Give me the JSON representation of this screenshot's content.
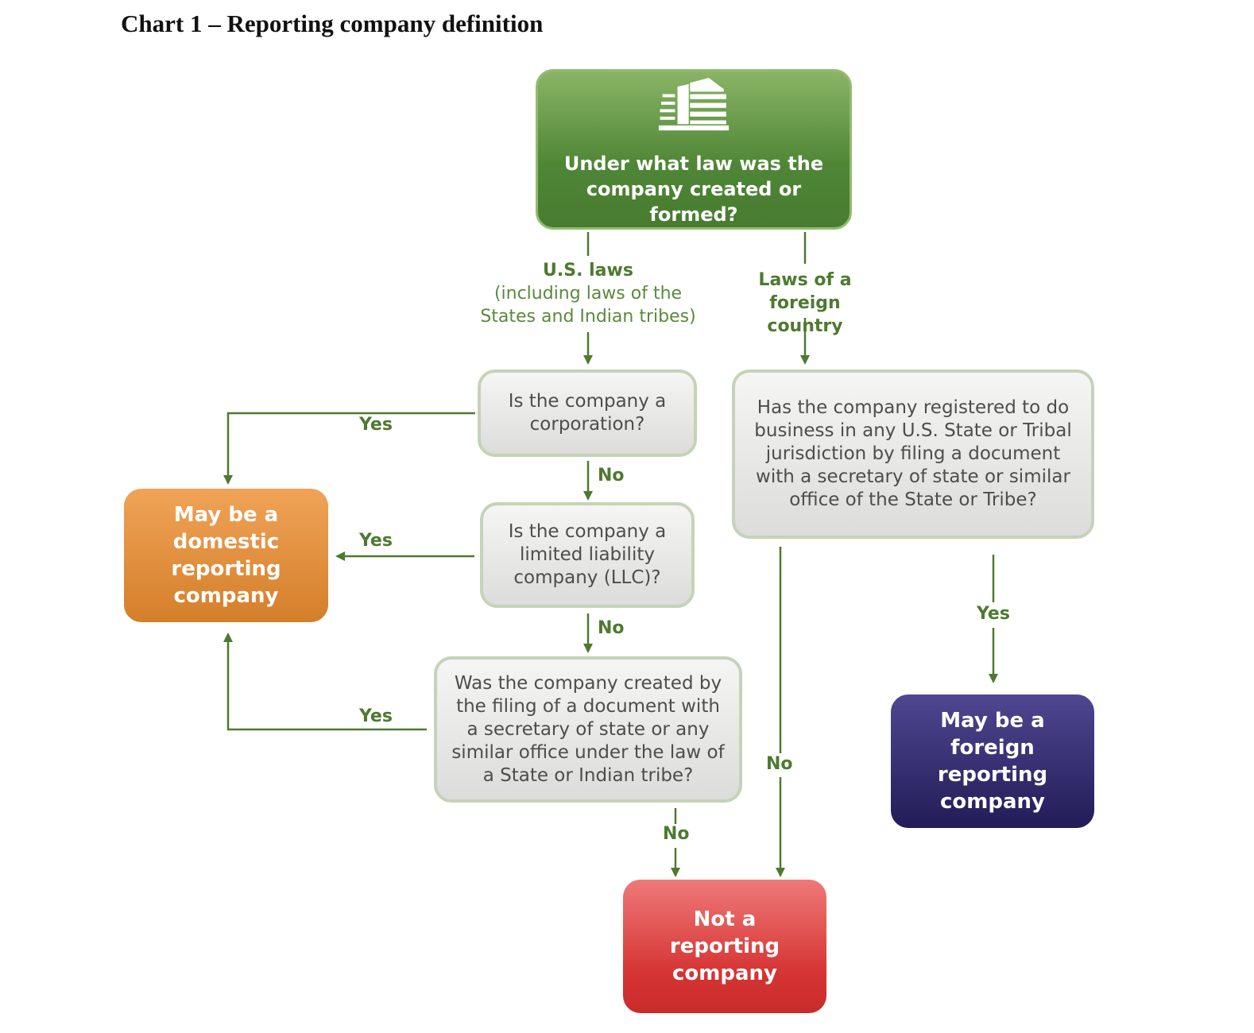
{
  "title": "Chart 1 – Reporting company definition",
  "colors": {
    "connector": "#4d7a2f",
    "root": "#568c3c",
    "domestic": "#e08c3a",
    "foreign": "#2e2868",
    "not_reporting": "#df4443"
  },
  "nodes": {
    "root": {
      "text": "Under what law was the company created or formed?",
      "icon": "building-icon"
    },
    "corporation": {
      "text": "Is  the company a corporation?"
    },
    "llc": {
      "text": "Is the company a limited liability company (LLC)?"
    },
    "filing": {
      "text": "Was the company created by the filing of a document with a secretary of state or any similar office under the law of a State or Indian tribe?"
    },
    "foreign_registered": {
      "text": "Has the company registered to do business in any U.S. State or Tribal jurisdiction by filing a document with a secretary of state or similar office of the State or Tribe?"
    },
    "domestic": {
      "text": "May be a domestic reporting company"
    },
    "foreign": {
      "text": "May be a foreign reporting company"
    },
    "not_reporting": {
      "text": "Not a reporting company"
    }
  },
  "edges": {
    "us_laws": {
      "title": "U.S. laws",
      "detail": "(including laws of the States and Indian tribes)"
    },
    "foreign_laws": {
      "text": "Laws of a foreign country"
    },
    "corp_yes": "Yes",
    "corp_no": "No",
    "llc_yes": "Yes",
    "llc_no": "No",
    "filing_yes": "Yes",
    "filing_no": "No",
    "registered_yes": "Yes",
    "registered_no": "No"
  }
}
